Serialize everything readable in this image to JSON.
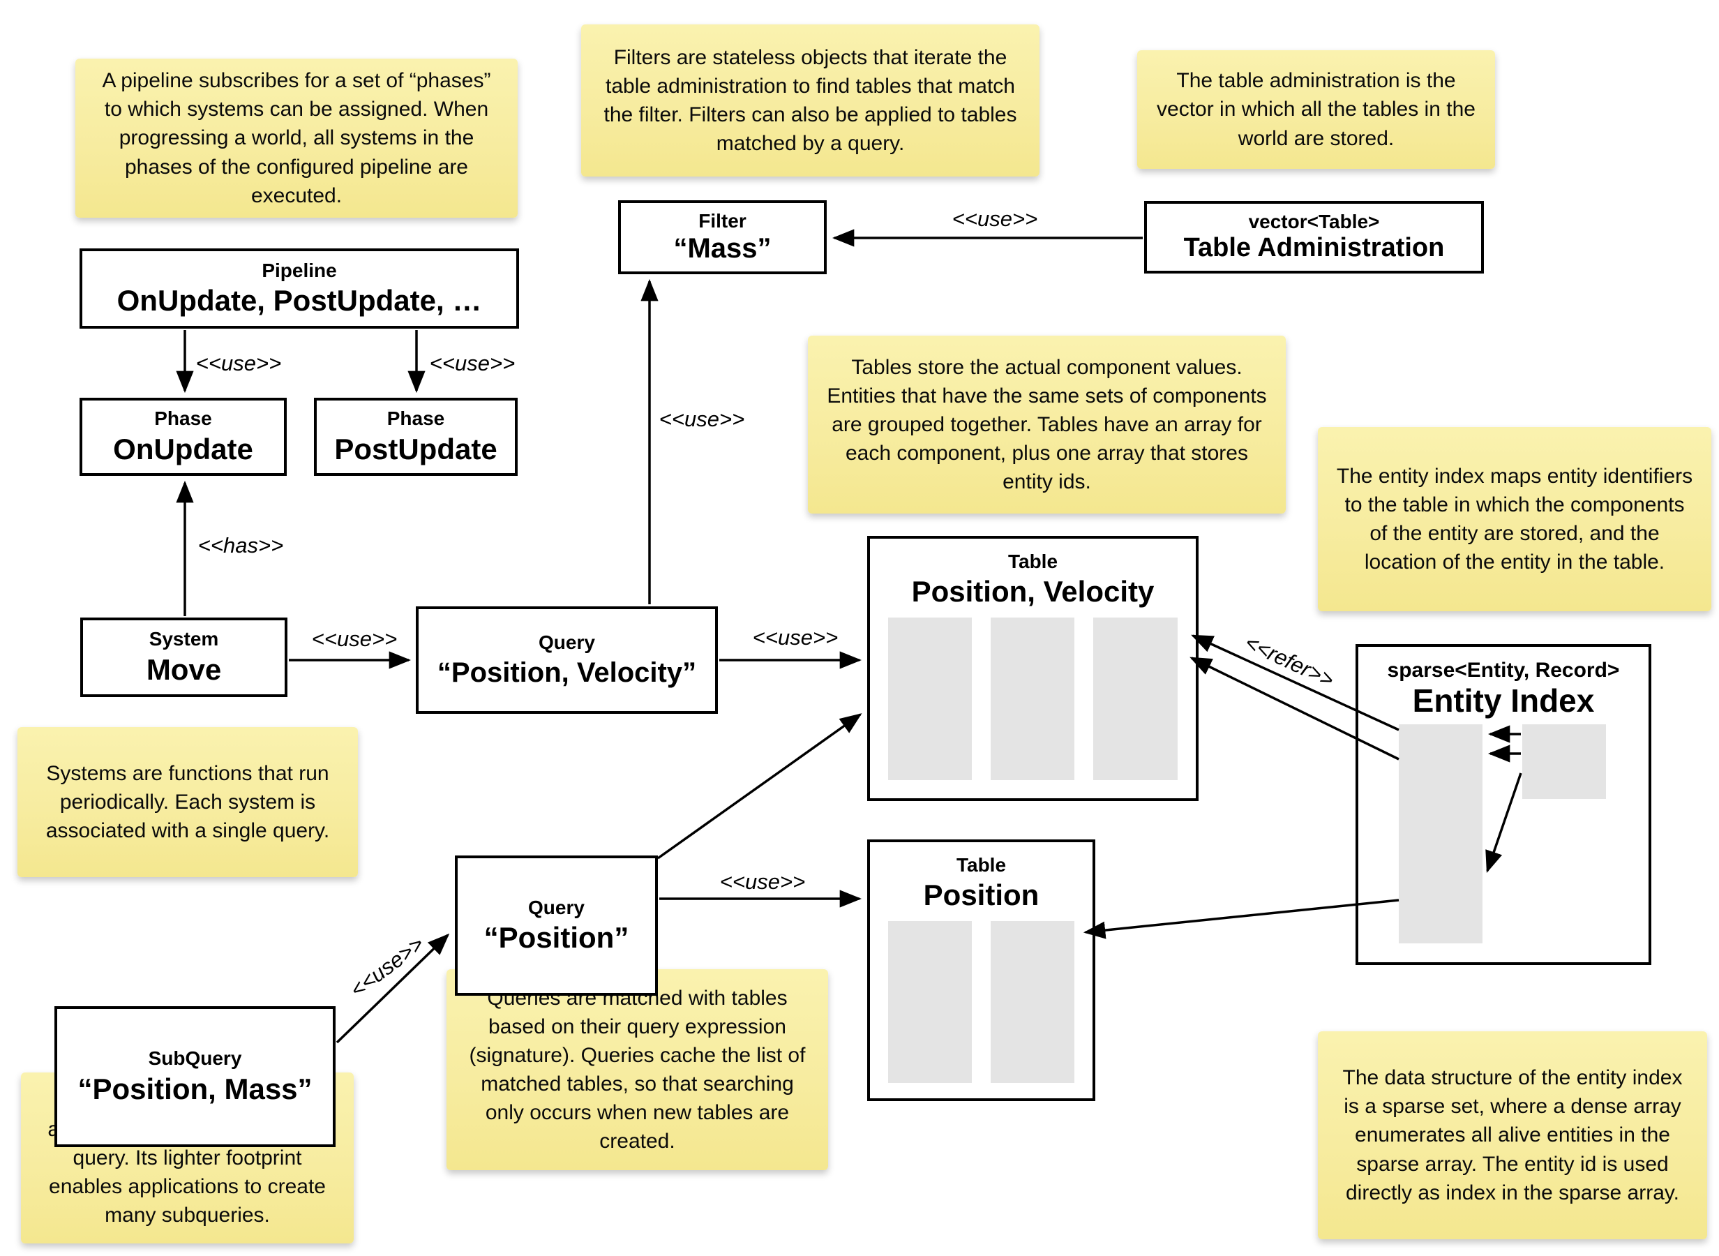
{
  "notes": [
    {
      "id": "pipeline",
      "text": "A pipeline subscribes for a set of “phases” to which systems can be assigned. When progressing a world, all systems in the phases of the configured pipeline are executed."
    },
    {
      "id": "filters",
      "text": "Filters are stateless objects that iterate the table administration to find tables that match the filter. Filters can also be applied to tables matched by a query."
    },
    {
      "id": "table-administration",
      "text": "The table administration is the vector in which all the tables in the world are stored."
    },
    {
      "id": "tables",
      "text": "Tables store the actual component values. Entities that have the same sets of components are grouped together. Tables have an array for each component, plus one array that stores entity ids."
    },
    {
      "id": "entity-index",
      "text": "The entity index maps entity identifiers to the table in which the components of the entity are stored, and the location of the entity in the table."
    },
    {
      "id": "systems",
      "text": "Systems are functions that run periodically. Each system is associated with a single query."
    },
    {
      "id": "queries",
      "text": "Queries are matched with tables based on their query expression (signature). Queries cache the list of matched tables, so that searching only occurs when new tables are created."
    },
    {
      "id": "subquery",
      "text": "A subquery is matched only against the tables of its parent query. Its lighter footprint enables applications to create many subqueries."
    },
    {
      "id": "sparse-set",
      "text": "The data structure of the entity index is a sparse set, where a dense array enumerates all alive entities in the sparse array. The entity id is used directly as index in the sparse array."
    }
  ],
  "boxes": {
    "pipeline": {
      "label": "Pipeline",
      "name": "OnUpdate, PostUpdate, …"
    },
    "phase_onupdate": {
      "label": "Phase",
      "name": "OnUpdate"
    },
    "phase_postupdate": {
      "label": "Phase",
      "name": "PostUpdate"
    },
    "filter": {
      "label": "Filter",
      "name": "“Mass”"
    },
    "table_admin": {
      "label": "vector<Table>",
      "name": "Table Administration"
    },
    "system": {
      "label": "System",
      "name": "Move"
    },
    "query_pv": {
      "label": "Query",
      "name": "“Position, Velocity”"
    },
    "table_pv": {
      "label": "Table",
      "name": "Position, Velocity"
    },
    "query_p": {
      "label": "Query",
      "name": "“Position”"
    },
    "subquery": {
      "label": "SubQuery",
      "name": "“Position, Mass”"
    },
    "table_p": {
      "label": "Table",
      "name": "Position"
    },
    "entity_index": {
      "label": "sparse<Entity, Record>",
      "name": "Entity Index"
    }
  },
  "edge_labels": {
    "use": "<<use>>",
    "has": "<<has>>",
    "refer": "<<refer>>"
  },
  "colors": {
    "note_top": "#faf2af",
    "note_bottom": "#f4e78f",
    "box_border": "#000000",
    "array_fill": "#e4e4e4"
  }
}
